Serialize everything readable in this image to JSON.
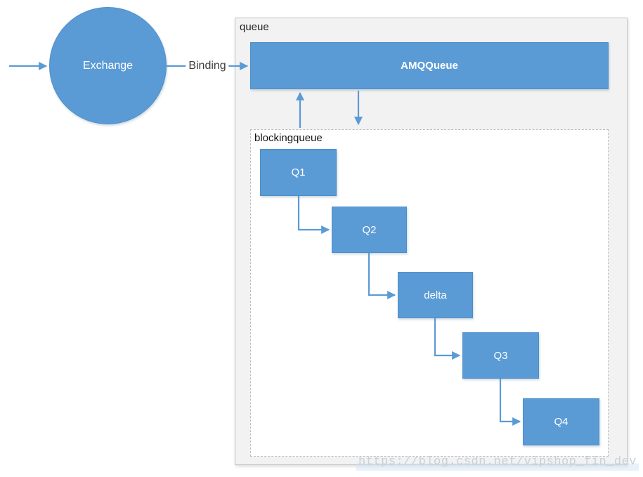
{
  "diagram": {
    "containers": {
      "queue_label": "queue",
      "blockingqueue_label": "blockingqueue"
    },
    "nodes": {
      "exchange": {
        "label": "Exchange",
        "shape": "circle"
      },
      "amqqueue": {
        "label": "AMQQueue",
        "shape": "rect"
      },
      "q1": {
        "label": "Q1",
        "shape": "rect"
      },
      "q2": {
        "label": "Q2",
        "shape": "rect"
      },
      "delta": {
        "label": "delta",
        "shape": "rect"
      },
      "q3": {
        "label": "Q3",
        "shape": "rect"
      },
      "q4": {
        "label": "Q4",
        "shape": "rect"
      }
    },
    "edges": {
      "binding_label": "Binding",
      "flow": [
        "in -> exchange",
        "exchange -> amqqueue (Binding)",
        "blockingqueue -> amqqueue (up)",
        "amqqueue -> blockingqueue (down)",
        "q1 -> q2",
        "q2 -> delta",
        "delta -> q3",
        "q3 -> q4"
      ]
    },
    "colors": {
      "node_fill": "#5b9bd5",
      "node_border": "#4e8ecb",
      "node_text": "#ffffff",
      "arrow": "#5b9bd5",
      "container_fill": "#f2f2f2",
      "container_border": "#c6c6c6",
      "dashed_border": "#bcbcbc",
      "label_text": "#1f1f1f",
      "watermark_text": "#c9d0d6"
    },
    "watermark": "https://blog.csdn.net/vipshop_fin_dev"
  }
}
